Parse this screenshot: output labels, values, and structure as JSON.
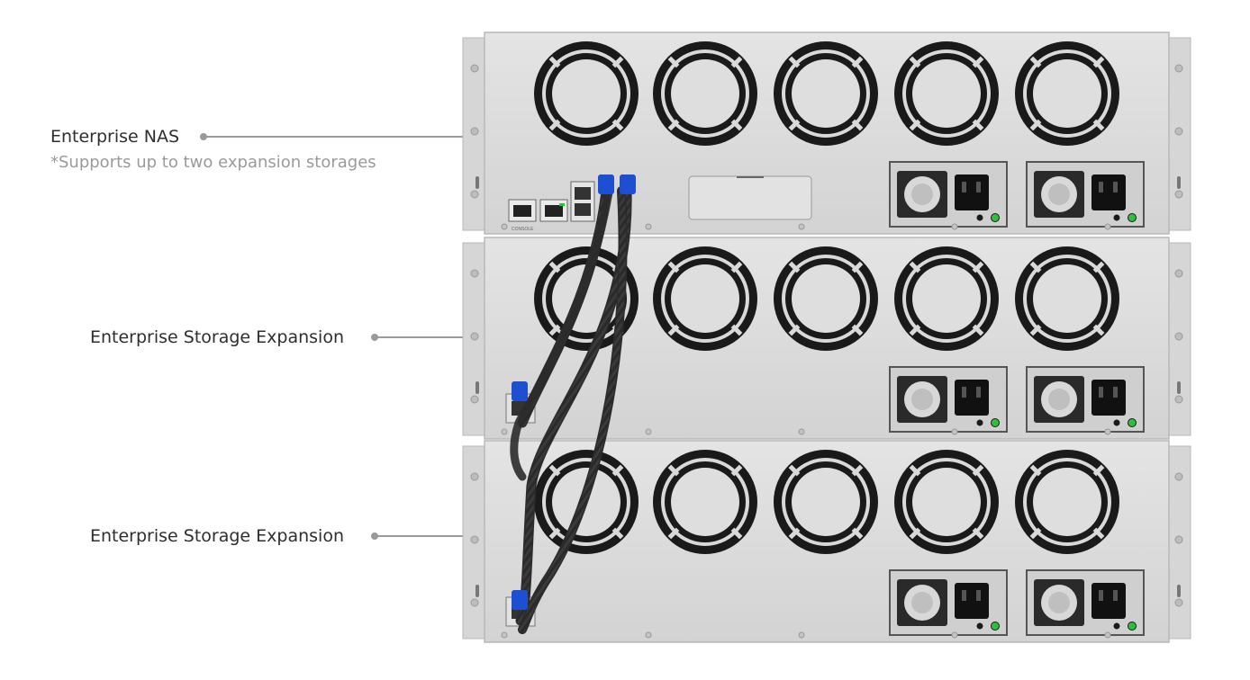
{
  "callouts": [
    {
      "title": "Enterprise NAS",
      "note": "*Supports up to two expansion storages"
    },
    {
      "title": "Enterprise Storage Expansion"
    },
    {
      "title": "Enterprise Storage Expansion"
    }
  ],
  "units": [
    {
      "type": "nas",
      "fans": 5,
      "psus": 2,
      "port_labels": [
        "CONSOLE"
      ]
    },
    {
      "type": "expansion",
      "fans": 5,
      "psus": 2
    },
    {
      "type": "expansion",
      "fans": 5,
      "psus": 2
    }
  ],
  "colors": {
    "chassis": "#dcdcdc",
    "chassis_edge": "#b8b8b8",
    "fan_ring": "#1a1a1a",
    "cable": "#3a3a3a",
    "connector": "#1f4fd1",
    "led": "#2fbf3a",
    "leader": "#9a9a9a"
  }
}
